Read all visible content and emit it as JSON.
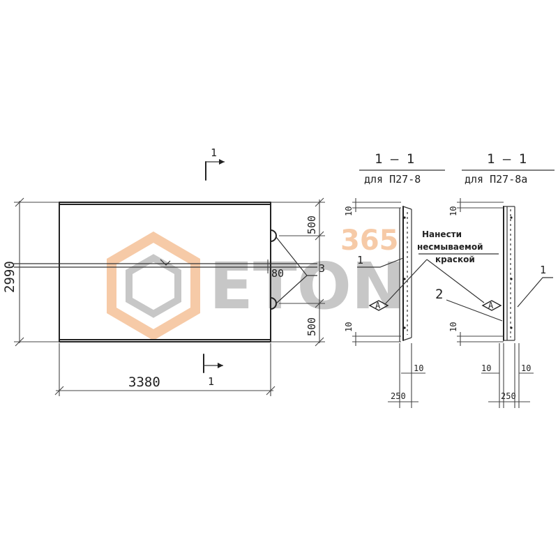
{
  "drawing": {
    "overall_width": "3380",
    "overall_height": "2990",
    "dim_top_gap": "500",
    "dim_bottom_gap": "500",
    "dim_middle_gap": "80",
    "callout_lifting_loop": "3",
    "section_marker_label": "1",
    "section_left": {
      "title": "1 — 1",
      "subtitle": "для П27-8",
      "dim_top": "10",
      "dim_bottom": "10",
      "dim_right": "10",
      "dim_width": "250",
      "callout_panel": "1"
    },
    "section_right": {
      "title": "1 — 1",
      "subtitle": "для П27-8а",
      "dim_top": "10",
      "dim_bottom": "10",
      "dim_left": "10",
      "dim_right": "10",
      "dim_width": "250",
      "callout_panel": "1",
      "callout_marking": "2"
    },
    "marking_note": [
      "Нанести",
      "несмываемой",
      "краской"
    ],
    "marking_symbol": "А"
  },
  "watermark": {
    "brand": "ETON",
    "badge": "365",
    "colors": {
      "orange": "#F0A060",
      "grey": "#9A9A9A"
    }
  }
}
